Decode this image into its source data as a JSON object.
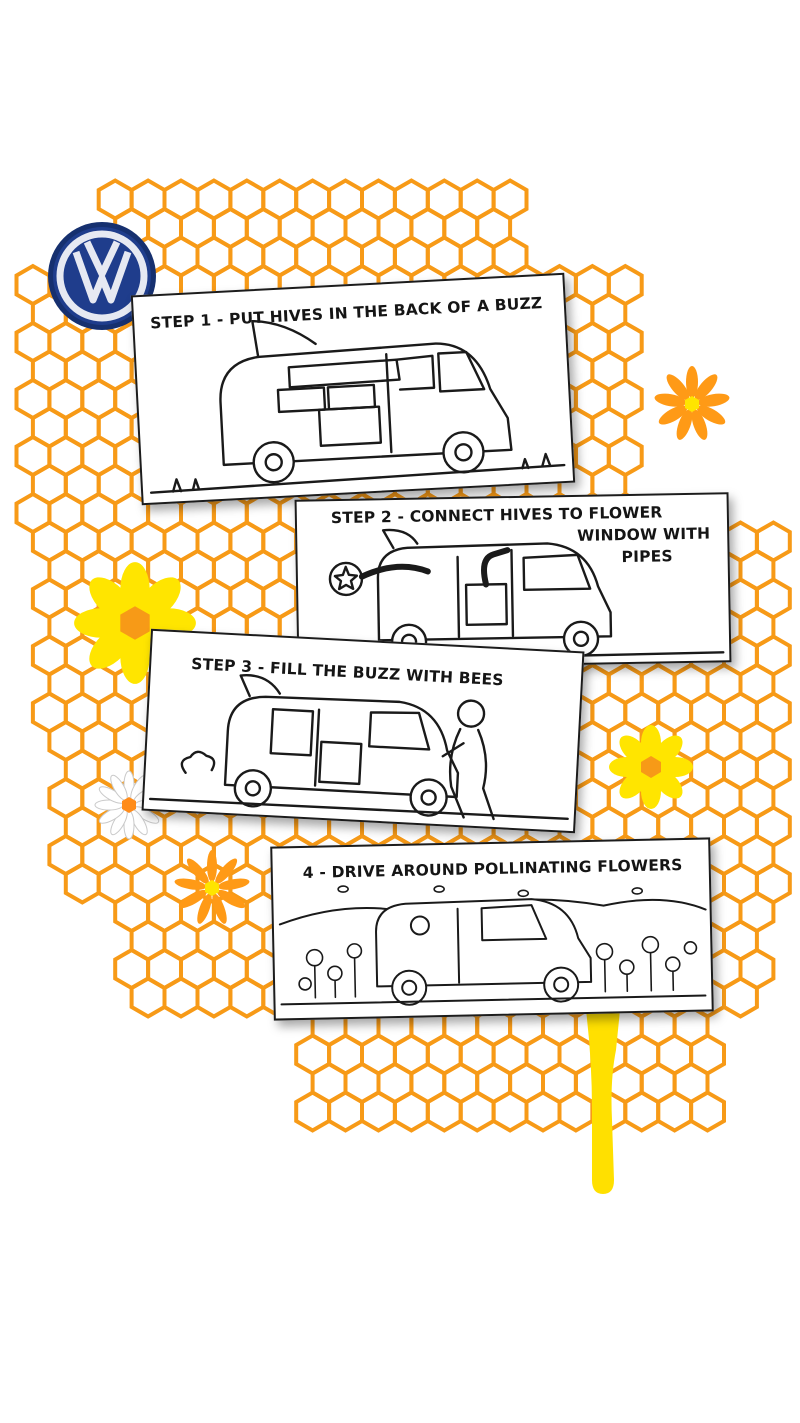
{
  "logo": {
    "brand": "VW",
    "icon": "volkswagen-logo-icon",
    "colors": {
      "badge": "#1f3d8c",
      "ring": "#e6e9f2"
    }
  },
  "theme": {
    "honeycomb": "#f79a17",
    "flower_yellow": "#ffe500",
    "flower_orange": "#ff9a16",
    "flower_center": "#f7a51b",
    "drip": "#ffe000"
  },
  "steps": [
    {
      "caption": "STEP 1 - PUT HIVES IN THE BACK OF A BUZZ",
      "icon": "van-with-hives-icon"
    },
    {
      "caption": "STEP 2 - CONNECT HIVES TO FLOWER",
      "caption_line2": "WINDOW WITH",
      "caption_line3": "PIPES",
      "icon": "van-with-pipes-icon"
    },
    {
      "caption": "STEP 3 - FILL THE BUZZ WITH BEES",
      "icon": "beekeeper-van-icon"
    },
    {
      "caption": "4 - DRIVE  AROUND POLLINATING FLOWERS",
      "icon": "van-in-flower-field-icon"
    }
  ]
}
